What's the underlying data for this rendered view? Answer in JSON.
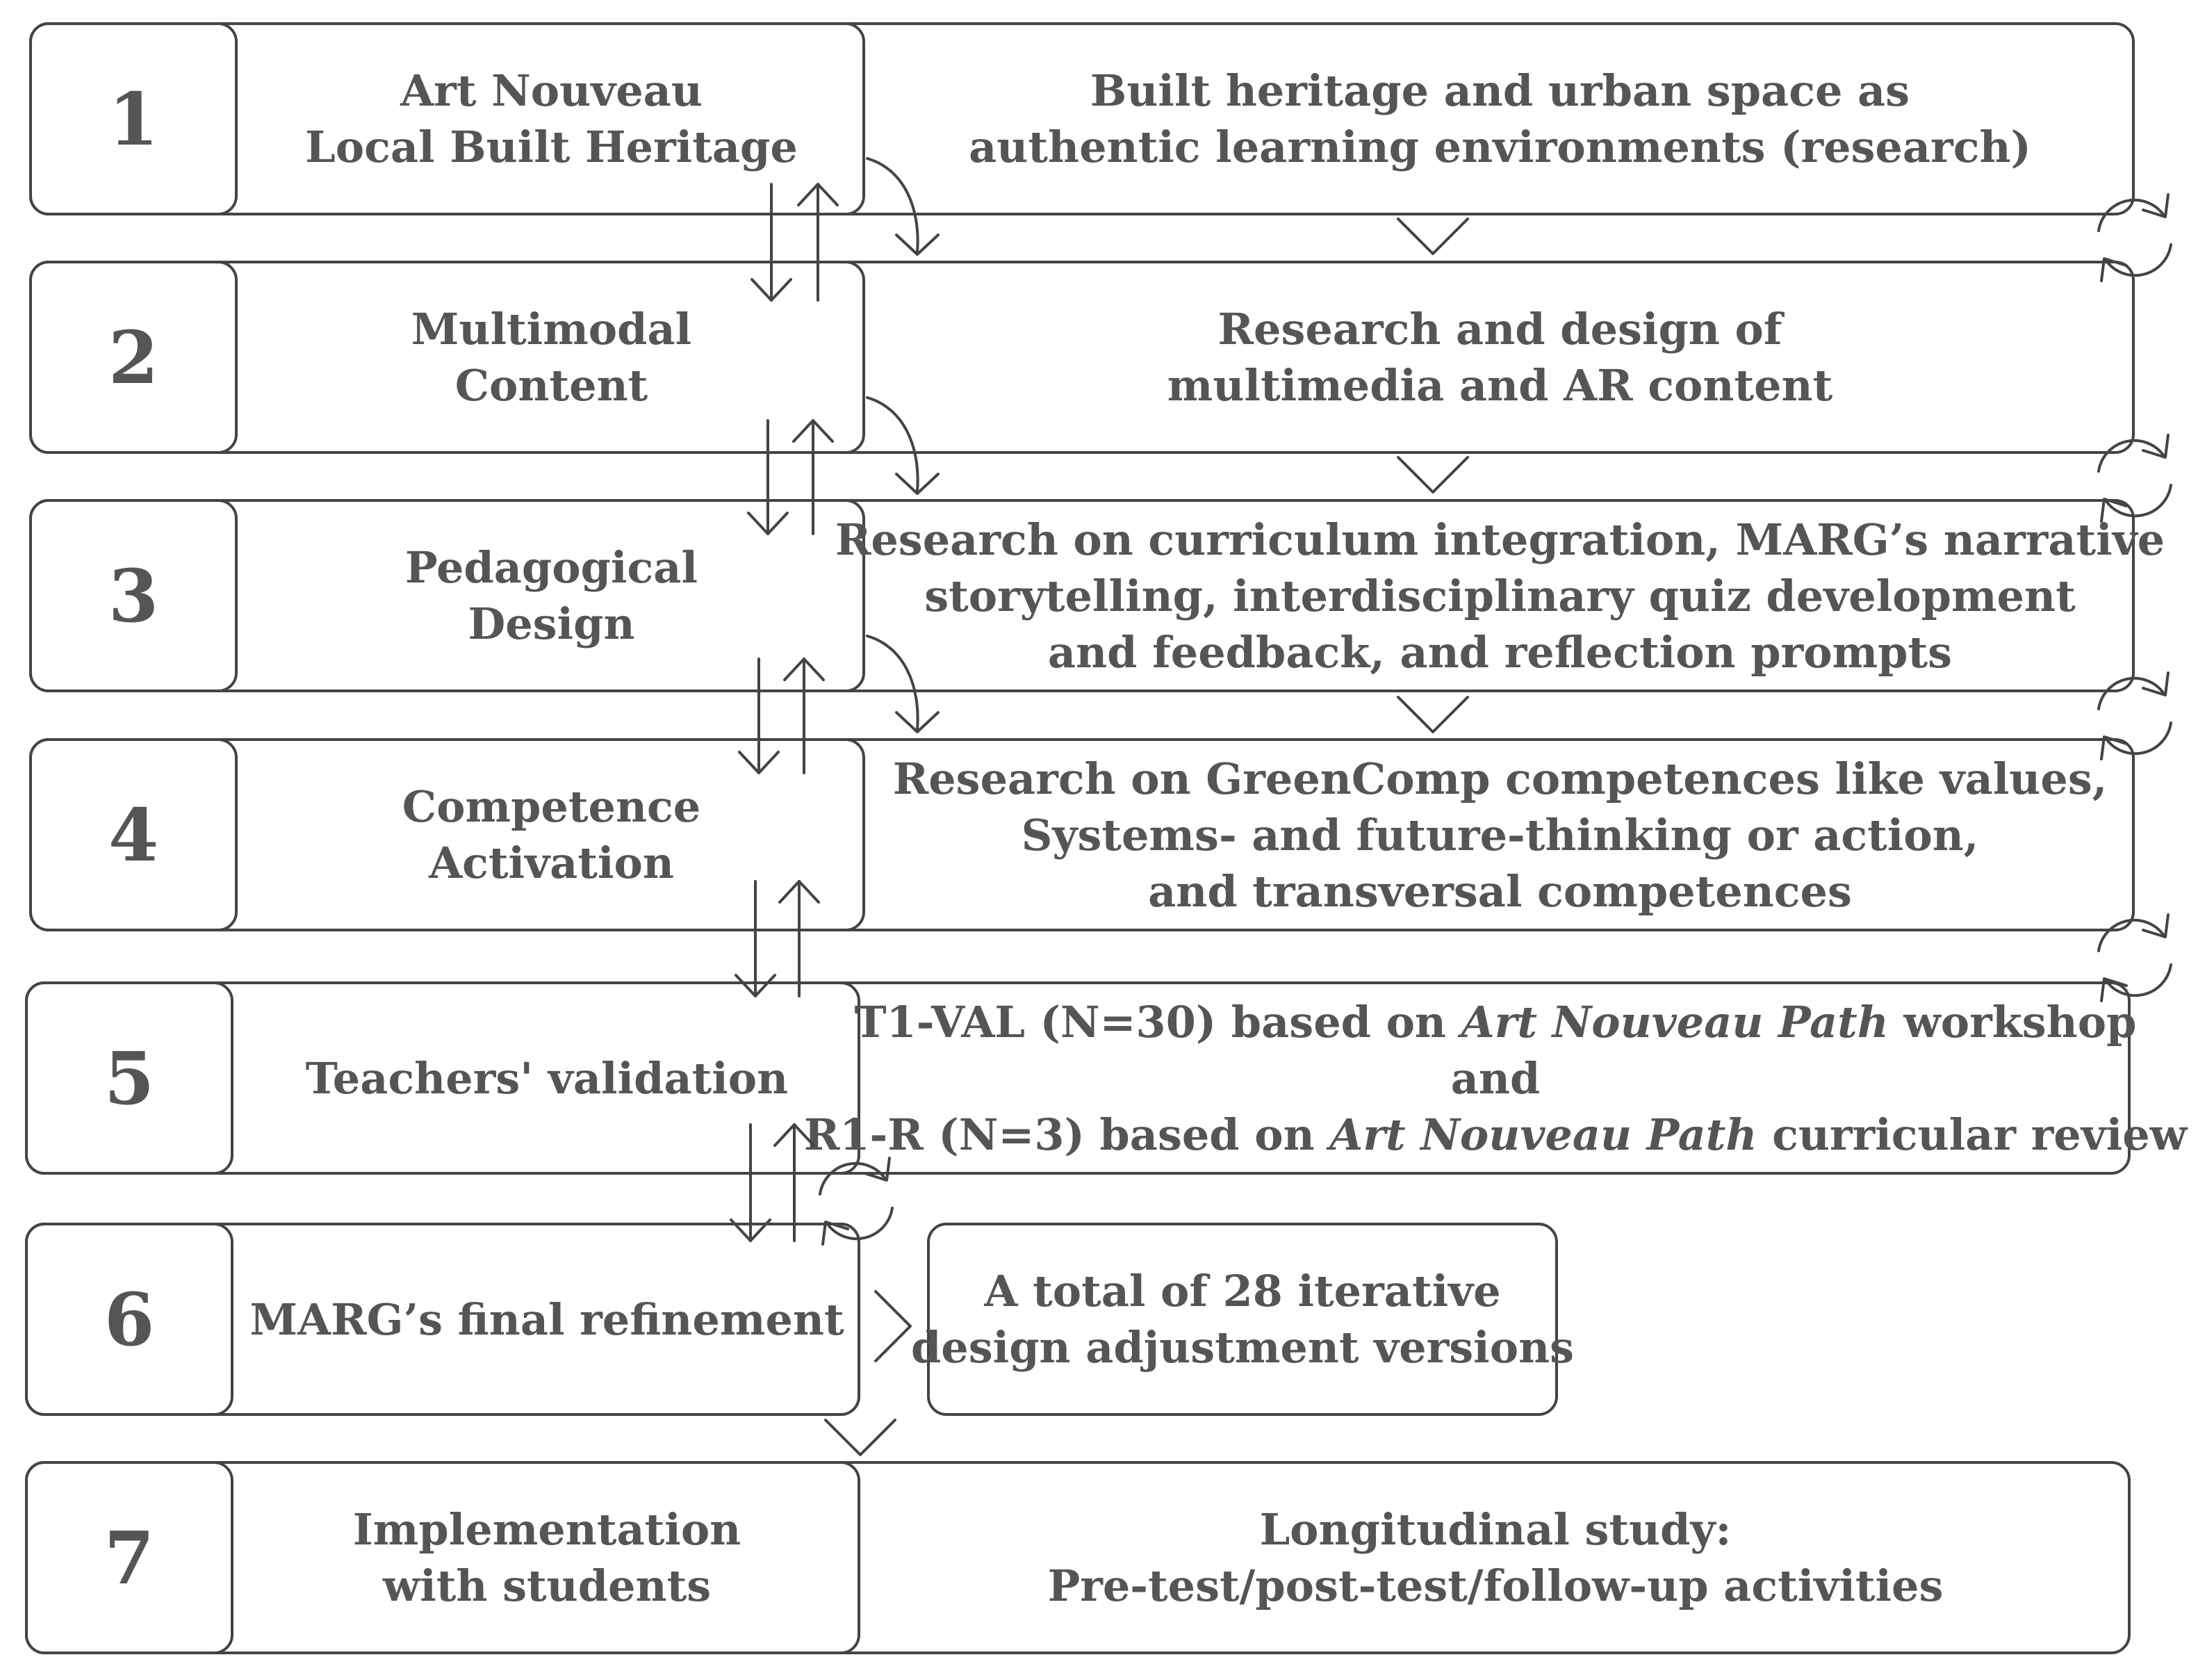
{
  "steps": [
    {
      "number": "1",
      "title_lines": [
        "Art Nouveau",
        "Local Built Heritage"
      ],
      "detail_lines": [
        "Built heritage and urban space as",
        "authentic learning environments (research)"
      ]
    },
    {
      "number": "2",
      "title_lines": [
        "Multimodal",
        "Content"
      ],
      "detail_lines": [
        "Research and design of",
        "multimedia and AR content"
      ]
    },
    {
      "number": "3",
      "title_lines": [
        "Pedagogical",
        "Design"
      ],
      "detail_lines": [
        "Research on curriculum integration, MARG’s narrative",
        "storytelling, interdisciplinary quiz development",
        "and feedback, and reflection prompts"
      ]
    },
    {
      "number": "4",
      "title_lines": [
        "Competence",
        "Activation"
      ],
      "detail_lines": [
        "Research on GreenComp competences like values,",
        "Systems- and future-thinking or action,",
        "and transversal competences"
      ]
    },
    {
      "number": "5",
      "title_lines": [
        "Teachers' validation"
      ],
      "detail_lines": [
        {
          "pre": "T1-VAL (N=30) based on ",
          "italic": "Art Nouveau Path",
          "post": " workshop"
        },
        {
          "pre": "and",
          "italic": "",
          "post": ""
        },
        {
          "pre": "R1-R (N=3) based on ",
          "italic": "Art Nouveau Path",
          "post": " curricular review"
        }
      ]
    },
    {
      "number": "6",
      "title_lines": [
        "MARG’s final refinement"
      ],
      "detail_lines": [
        "A total of 28 iterative",
        "design adjustment versions"
      ]
    },
    {
      "number": "7",
      "title_lines": [
        "Implementation",
        "with students"
      ],
      "detail_lines": [
        "Longitudinal study:",
        "Pre-test/post-test/follow-up activities"
      ]
    }
  ],
  "colors": {
    "stroke": "#444444",
    "text": "#555555",
    "background": "#ffffff"
  },
  "icons": {
    "vertical_link": "double-arrow-up-down-icon",
    "curved_link": "curved-arrow-down-icon",
    "chevron": "chevron-down-icon",
    "cycle": "refresh-cycle-icon"
  }
}
